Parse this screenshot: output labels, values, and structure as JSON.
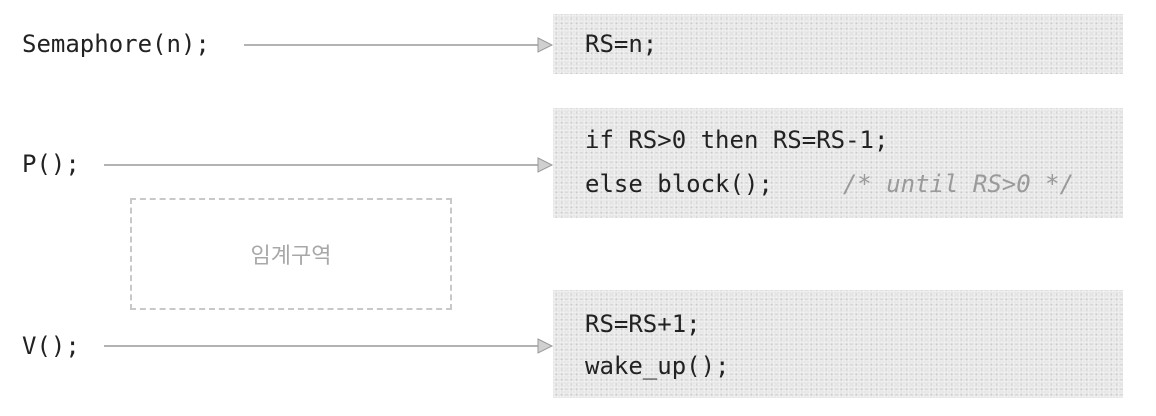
{
  "calls": {
    "semaphore": "Semaphore(n);",
    "p": "P();",
    "v": "V();"
  },
  "blocks": {
    "init": {
      "line1": "RS=n;"
    },
    "p": {
      "line1": "if RS>0 then RS=RS-1;",
      "line2_code": "else block();",
      "line2_comment": "/* until RS>0 */"
    },
    "v": {
      "line1": "RS=RS+1;",
      "line2": "wake_up();"
    }
  },
  "critical_section": {
    "label": "임계구역"
  }
}
